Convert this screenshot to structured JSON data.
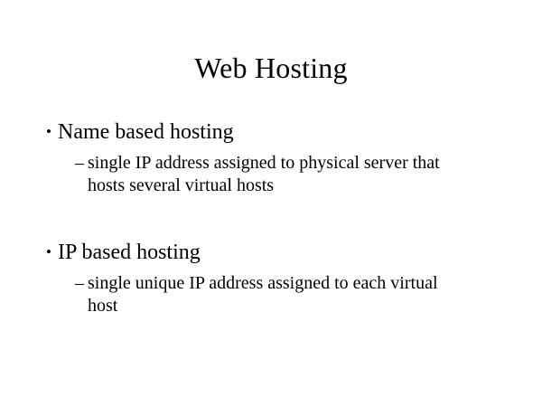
{
  "slide": {
    "title": "Web Hosting",
    "bullet_marker": "•",
    "sub_bullet_marker": "–",
    "groups": [
      {
        "heading": "Name based hosting",
        "sub_items": [
          "single IP address assigned to physical server that hosts several virtual hosts"
        ]
      },
      {
        "heading": "IP based hosting",
        "sub_items": [
          "single unique IP address assigned to each virtual host"
        ]
      }
    ],
    "colors": {
      "background": "#ffffff",
      "text": "#000000"
    }
  }
}
